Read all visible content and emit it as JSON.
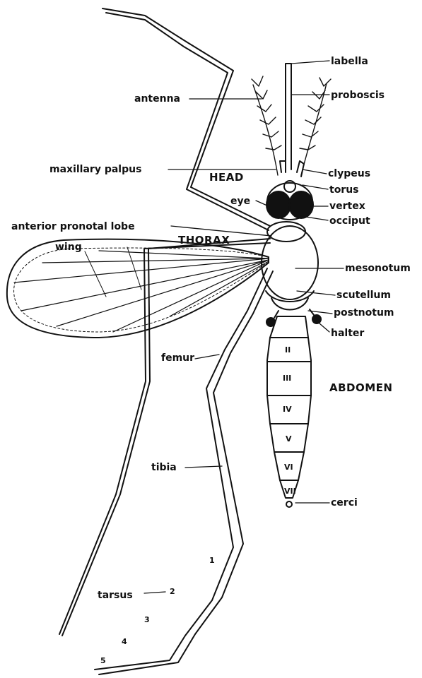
{
  "labels": {
    "labella": "labella",
    "antenna": "antenna",
    "proboscis": "proboscis",
    "maxillary_palpus": "maxillary palpus",
    "head": "HEAD",
    "clypeus": "clypeus",
    "torus": "torus",
    "eye": "eye",
    "vertex": "vertex",
    "occiput": "occiput",
    "anterior_pronotal_lobe": "anterior pronotal lobe",
    "thorax": "THORAX",
    "wing": "wing",
    "mesonotum": "mesonotum",
    "scutellum": "scutellum",
    "postnotum": "postnotum",
    "halter": "halter",
    "femur": "femur",
    "abdomen": "ABDOMEN",
    "tibia": "tibia",
    "cerci": "cerci",
    "tarsus": "tarsus"
  },
  "abdomen_segments": [
    "II",
    "III",
    "IV",
    "V",
    "VI",
    "VII"
  ],
  "tarsal_segments": [
    "1",
    "2",
    "3",
    "4",
    "5"
  ],
  "colors": {
    "ink": "#111111",
    "paper": "#ffffff"
  }
}
